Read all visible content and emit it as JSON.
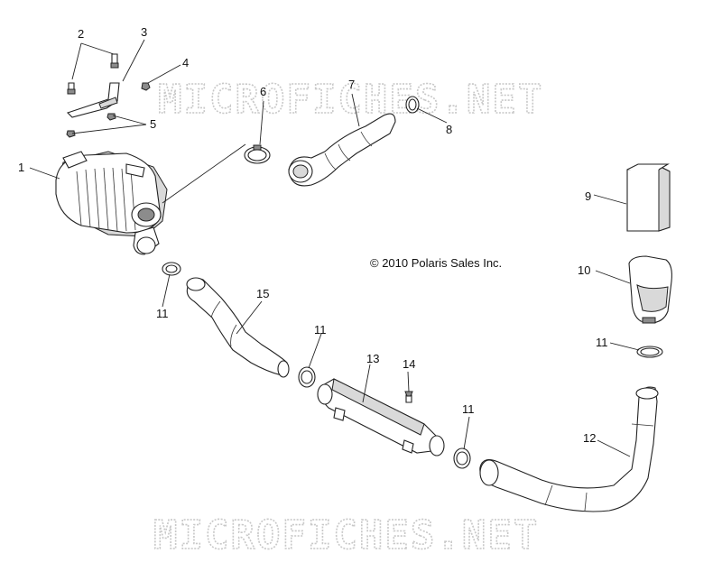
{
  "copyright": "© 2010 Polaris Sales Inc.",
  "watermarks": [
    "MICROFICHES.NET",
    "MICROFICHES.NET"
  ],
  "callouts": [
    "1",
    "2",
    "3",
    "4",
    "5",
    "6",
    "7",
    "8",
    "9",
    "10",
    "11",
    "11",
    "11",
    "11",
    "12",
    "13",
    "14",
    "15"
  ]
}
